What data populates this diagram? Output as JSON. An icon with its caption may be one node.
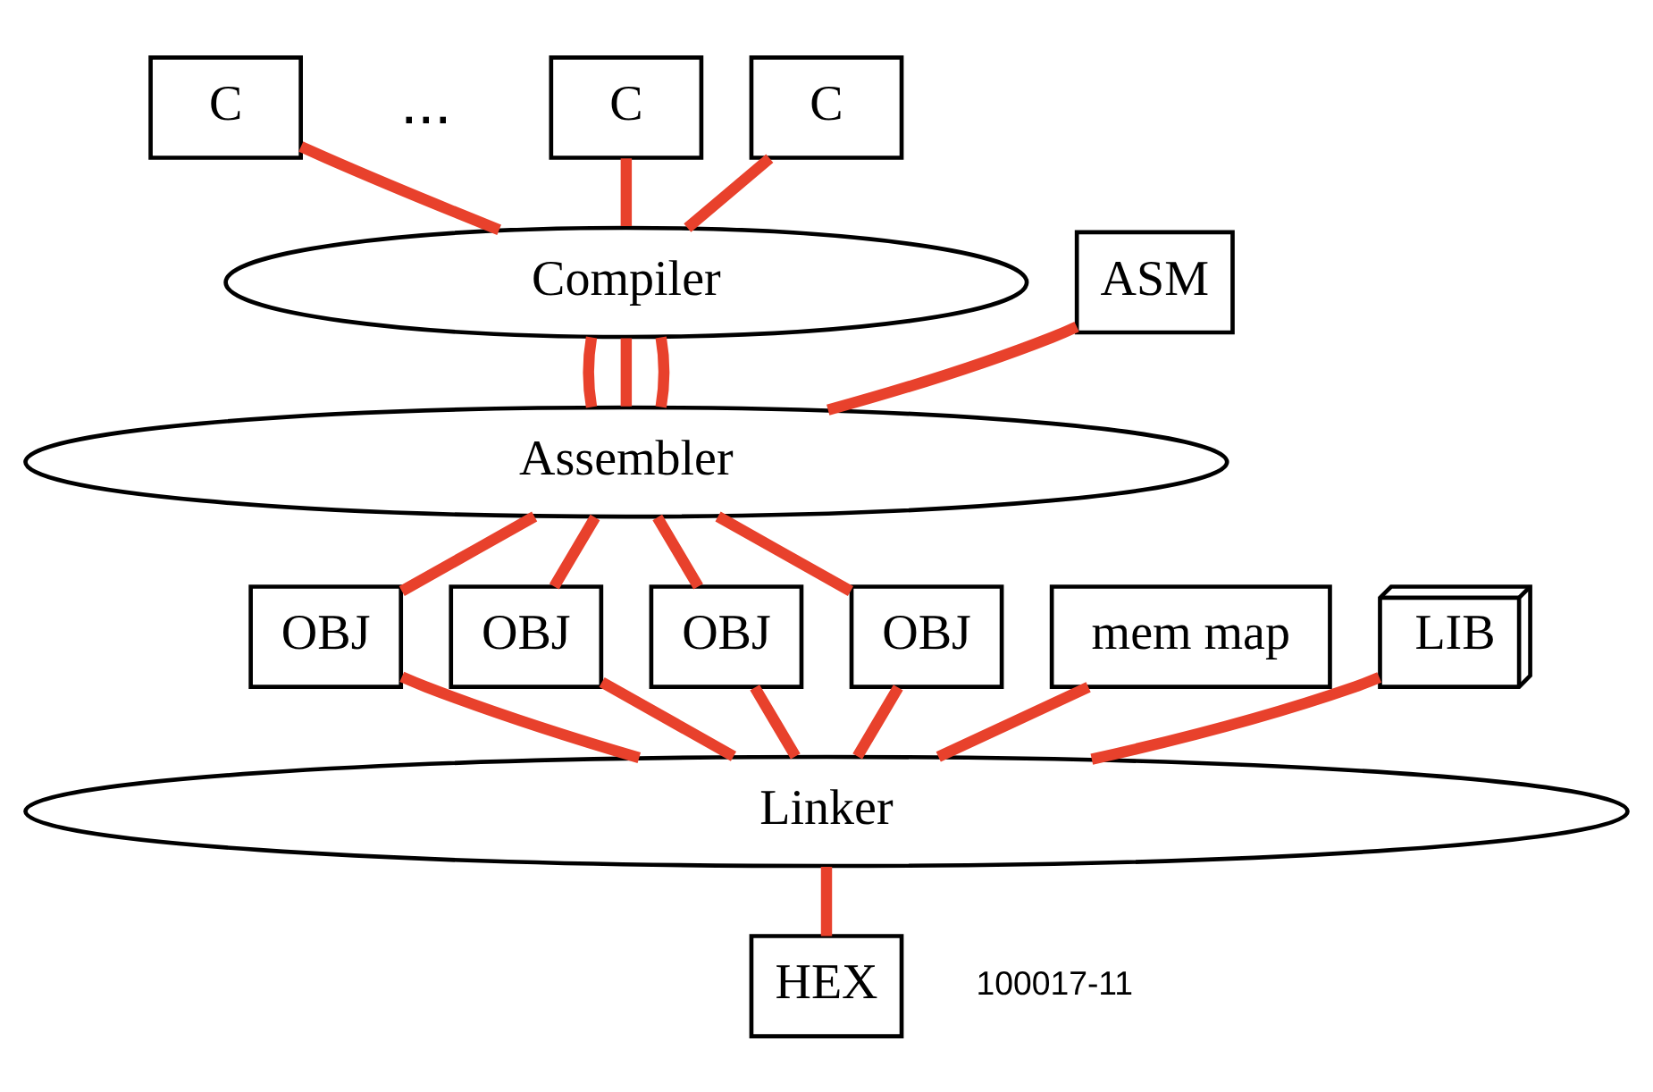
{
  "diagram": {
    "nodes": [
      {
        "text": [
          "C"
        ]
      },
      {
        "text": [
          "C"
        ]
      },
      {
        "text": [
          "C"
        ]
      },
      {
        "text": [
          "ASM"
        ]
      },
      {
        "text": [
          "Compiler"
        ]
      },
      {
        "text": [
          "Assembler"
        ]
      },
      {
        "text": [
          "mem map"
        ]
      },
      {
        "text": [
          "OBJ"
        ]
      },
      {
        "text": [
          "OBJ"
        ]
      },
      {
        "text": [
          "OBJ"
        ]
      },
      {
        "text": [
          "OBJ"
        ]
      },
      {
        "text": [
          "LIB"
        ]
      },
      {
        "text": [
          "Linker"
        ]
      },
      {
        "text": [
          "HEX"
        ]
      }
    ],
    "edges": [
      {
        "from": 0,
        "to": 4,
        "arrow": "none"
      },
      {
        "from": 1,
        "to": 4,
        "arrow": "none"
      },
      {
        "from": 2,
        "to": 4,
        "arrow": "none"
      },
      {
        "from": 4,
        "to": 5,
        "arrow": "none"
      },
      {
        "from": 4,
        "to": 5,
        "arrow": "none"
      },
      {
        "from": 4,
        "to": 5,
        "arrow": "none"
      },
      {
        "from": 3,
        "to": 5,
        "arrow": "none"
      },
      {
        "from": 5,
        "to": 7,
        "arrow": "none"
      },
      {
        "from": 5,
        "to": 8,
        "arrow": "none"
      },
      {
        "from": 5,
        "to": 9,
        "arrow": "none"
      },
      {
        "from": 5,
        "to": 10,
        "arrow": "none"
      },
      {
        "from": 6,
        "to": 12,
        "arrow": "none"
      },
      {
        "from": 7,
        "to": 12,
        "arrow": "none"
      },
      {
        "from": 8,
        "to": 12,
        "arrow": "none"
      },
      {
        "from": 9,
        "to": 12,
        "arrow": "none"
      },
      {
        "from": 10,
        "to": 12,
        "arrow": "none"
      },
      {
        "from": 11,
        "to": 12,
        "arrow": "none"
      },
      {
        "from": 12,
        "to": 13,
        "arrow": "none"
      }
    ],
    "labels": [
      "...",
      "100017-11"
    ]
  }
}
